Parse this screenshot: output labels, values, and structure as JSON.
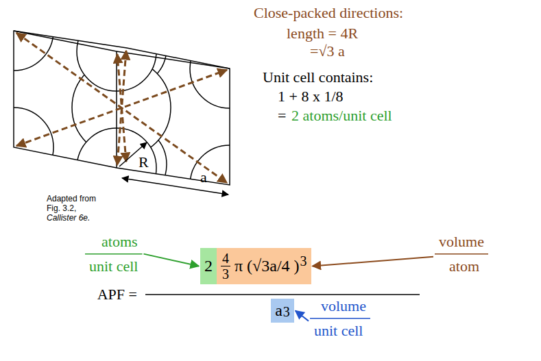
{
  "diagram": {
    "nodes": [
      {
        "text": [
          "2"
        ]
      },
      {
        "text": [
          "4",
          "3",
          "π (√3a/4 )",
          "3"
        ]
      },
      {
        "text": [
          "a",
          "3"
        ]
      }
    ],
    "labels": [
      "Close-packed directions:",
      "length = 4R",
      "=√3 a",
      "Unit cell contains:",
      "1 + 8 x 1/8",
      "=",
      "2 atoms/unit cell",
      "R",
      "a",
      "Adapted from",
      "Fig. 3.2,",
      "Callister 6e.",
      "atoms",
      "unit cell",
      "volume",
      "atom",
      "APF =",
      "volume",
      "unit cell"
    ]
  }
}
